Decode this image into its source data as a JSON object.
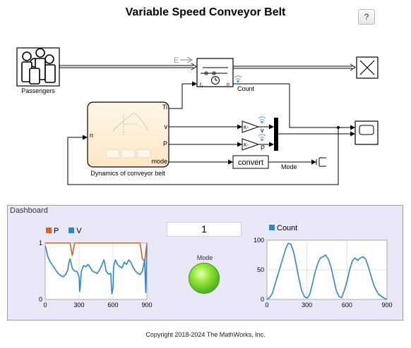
{
  "title": "Variable Speed Conveyor Belt",
  "help_label": "?",
  "blocks": {
    "passengers_label": "Passengers",
    "dynamics_label": "Dynamics of conveyor belt",
    "dynamics_ports": {
      "in": "n",
      "out1": "Ti",
      "out2": "v",
      "out3": "P",
      "out4": "mode"
    },
    "gain_label": "K-",
    "entity_label": "E",
    "server_ports": {
      "in1": "t",
      "in1_sub": "i",
      "out": "n"
    },
    "count_signal": "Count",
    "v_signal": "v",
    "p_signal": "P",
    "convert_label": "convert",
    "mode_signal": "Mode"
  },
  "dashboard": {
    "title": "Dashboard",
    "count_value": "1",
    "mode_label": "Mode",
    "mode_lamp_color": "#7ed321",
    "copyright": "Copyright 2018-2024 The MathWorks, Inc."
  },
  "colors": {
    "series_p": "#d95f2b",
    "series_v": "#2f86c8",
    "series_count": "#2f86c8"
  },
  "chart_data": [
    {
      "type": "line",
      "title": "",
      "legend": "top-left",
      "xlim": [
        0,
        900
      ],
      "ylim": [
        0,
        1
      ],
      "xticks": [
        0,
        300,
        600,
        900
      ],
      "yticks": [
        0,
        1
      ],
      "grid": true,
      "series": [
        {
          "name": "P",
          "x": [
            0,
            20,
            40,
            60,
            80,
            100,
            120,
            140,
            160,
            180,
            200,
            220,
            240,
            260,
            280,
            300,
            320,
            340,
            360,
            380,
            400,
            420,
            440,
            460,
            480,
            500,
            520,
            540,
            560,
            580,
            600,
            620,
            640,
            660,
            680,
            700,
            720,
            740,
            760,
            780,
            800,
            820,
            840,
            860,
            880,
            900
          ],
          "y": [
            1,
            1,
            1,
            1,
            1,
            1,
            1,
            1,
            1,
            1,
            1,
            1,
            0.78,
            1,
            1,
            1,
            1,
            1,
            1,
            1,
            1,
            1,
            1,
            1,
            1,
            1,
            1,
            1,
            1,
            1,
            1,
            1,
            1,
            1,
            1,
            1,
            1,
            1,
            1,
            1,
            1,
            1,
            1,
            0.72,
            0.68,
            1
          ]
        },
        {
          "name": "V",
          "x": [
            0,
            10,
            20,
            40,
            60,
            80,
            100,
            120,
            140,
            160,
            180,
            200,
            210,
            220,
            230,
            240,
            260,
            280,
            300,
            305,
            310,
            320,
            340,
            360,
            380,
            400,
            420,
            440,
            460,
            480,
            500,
            510,
            520,
            530,
            540,
            560,
            580,
            590,
            600,
            605,
            610,
            620,
            640,
            660,
            680,
            700,
            720,
            740,
            760,
            780,
            800,
            820,
            840,
            860,
            870,
            880,
            890,
            900
          ],
          "y": [
            0.95,
            0.88,
            0.78,
            0.68,
            0.62,
            0.56,
            0.5,
            0.45,
            0.42,
            0.4,
            0.44,
            0.52,
            0.66,
            0.72,
            0.64,
            0.55,
            0.5,
            0.5,
            0.4,
            0.14,
            0.22,
            0.5,
            0.6,
            0.58,
            0.62,
            0.56,
            0.5,
            0.48,
            0.46,
            0.52,
            0.6,
            0.66,
            0.7,
            0.6,
            0.5,
            0.45,
            0.46,
            0.1,
            0.2,
            0.55,
            0.62,
            0.7,
            0.62,
            0.58,
            0.56,
            0.66,
            0.62,
            0.7,
            0.65,
            0.56,
            0.5,
            0.46,
            0.44,
            0.5,
            0.6,
            0.7,
            0.12,
            0.95
          ]
        }
      ]
    },
    {
      "type": "line",
      "title": "",
      "legend": "top-left",
      "xlim": [
        0,
        900
      ],
      "ylim": [
        0,
        100
      ],
      "xticks": [
        0,
        300,
        600,
        900
      ],
      "yticks": [
        0,
        50,
        100
      ],
      "grid": true,
      "series": [
        {
          "name": "Count",
          "x": [
            0,
            20,
            40,
            60,
            80,
            100,
            120,
            140,
            160,
            180,
            200,
            220,
            240,
            260,
            280,
            300,
            320,
            340,
            360,
            380,
            400,
            420,
            440,
            460,
            480,
            500,
            520,
            540,
            560,
            580,
            600,
            620,
            640,
            660,
            680,
            700,
            720,
            740,
            760,
            780,
            800,
            820,
            840,
            860,
            880,
            900
          ],
          "y": [
            0,
            3,
            10,
            25,
            40,
            55,
            70,
            85,
            95,
            93,
            80,
            58,
            35,
            15,
            5,
            2,
            8,
            25,
            45,
            60,
            70,
            72,
            75,
            68,
            55,
            35,
            15,
            5,
            3,
            15,
            30,
            50,
            65,
            70,
            66,
            70,
            72,
            68,
            55,
            40,
            25,
            15,
            8,
            5,
            2,
            0
          ]
        }
      ]
    }
  ]
}
